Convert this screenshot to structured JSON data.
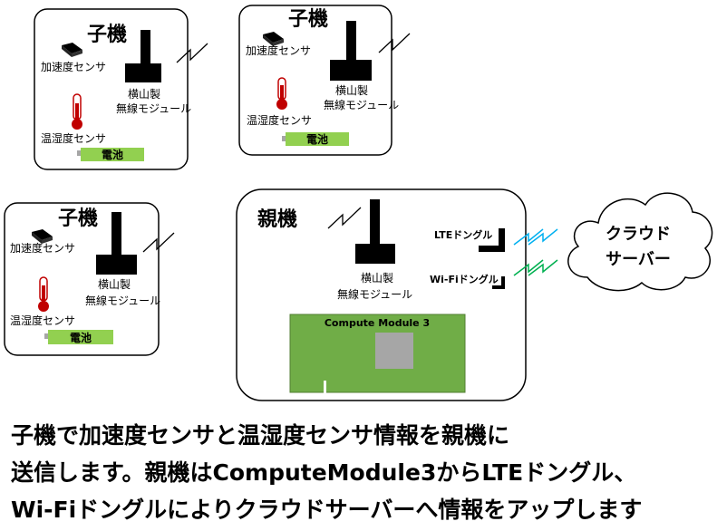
{
  "child_title": "子機",
  "parent_title": "親機",
  "accelerometer_label": "加速度センサ",
  "thermo_label": "温湿度センサ",
  "battery_label": "電池",
  "module_line1": "横山製",
  "module_line2": "無線モジュール",
  "lte_label": "LTEドングル",
  "wifi_label": "Wi-Fiドングル",
  "board_label": "Compute Module 3",
  "cloud_line1": "クラウド",
  "cloud_line2": "サーバー",
  "caption": [
    "子機で加速度センサと温湿度センサ情報を親機に",
    "送信します。親機はComputeModule3からLTEドングル、",
    "Wi-Fiドングルによりクラウドサーバーへ情報をアップします"
  ],
  "colors": {
    "battery": "#92d050",
    "board": "#70ad47",
    "chip": "#a6a6a6",
    "lte_wave": "#00b0f0",
    "wifi_wave": "#00b050"
  }
}
